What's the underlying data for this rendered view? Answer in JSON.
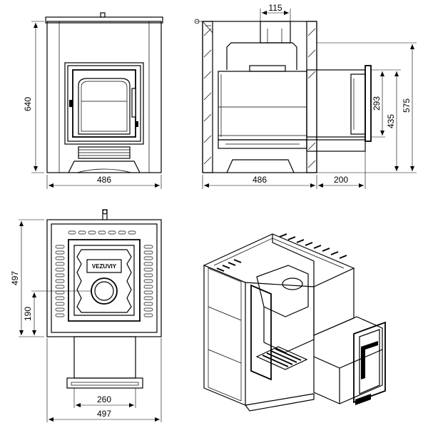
{
  "front_view": {
    "height_label": "640",
    "width_label": "486"
  },
  "side_view": {
    "opening_label": "115",
    "depth_label": "486",
    "extension_label": "200",
    "tunnel_height_label": "293",
    "tunnel_top_label": "435",
    "overall_height_label": "575"
  },
  "top_view": {
    "depth_label": "497",
    "offset_label": "190",
    "tunnel_width_label": "260",
    "width_label": "497",
    "brand": "VEZUVIY"
  }
}
